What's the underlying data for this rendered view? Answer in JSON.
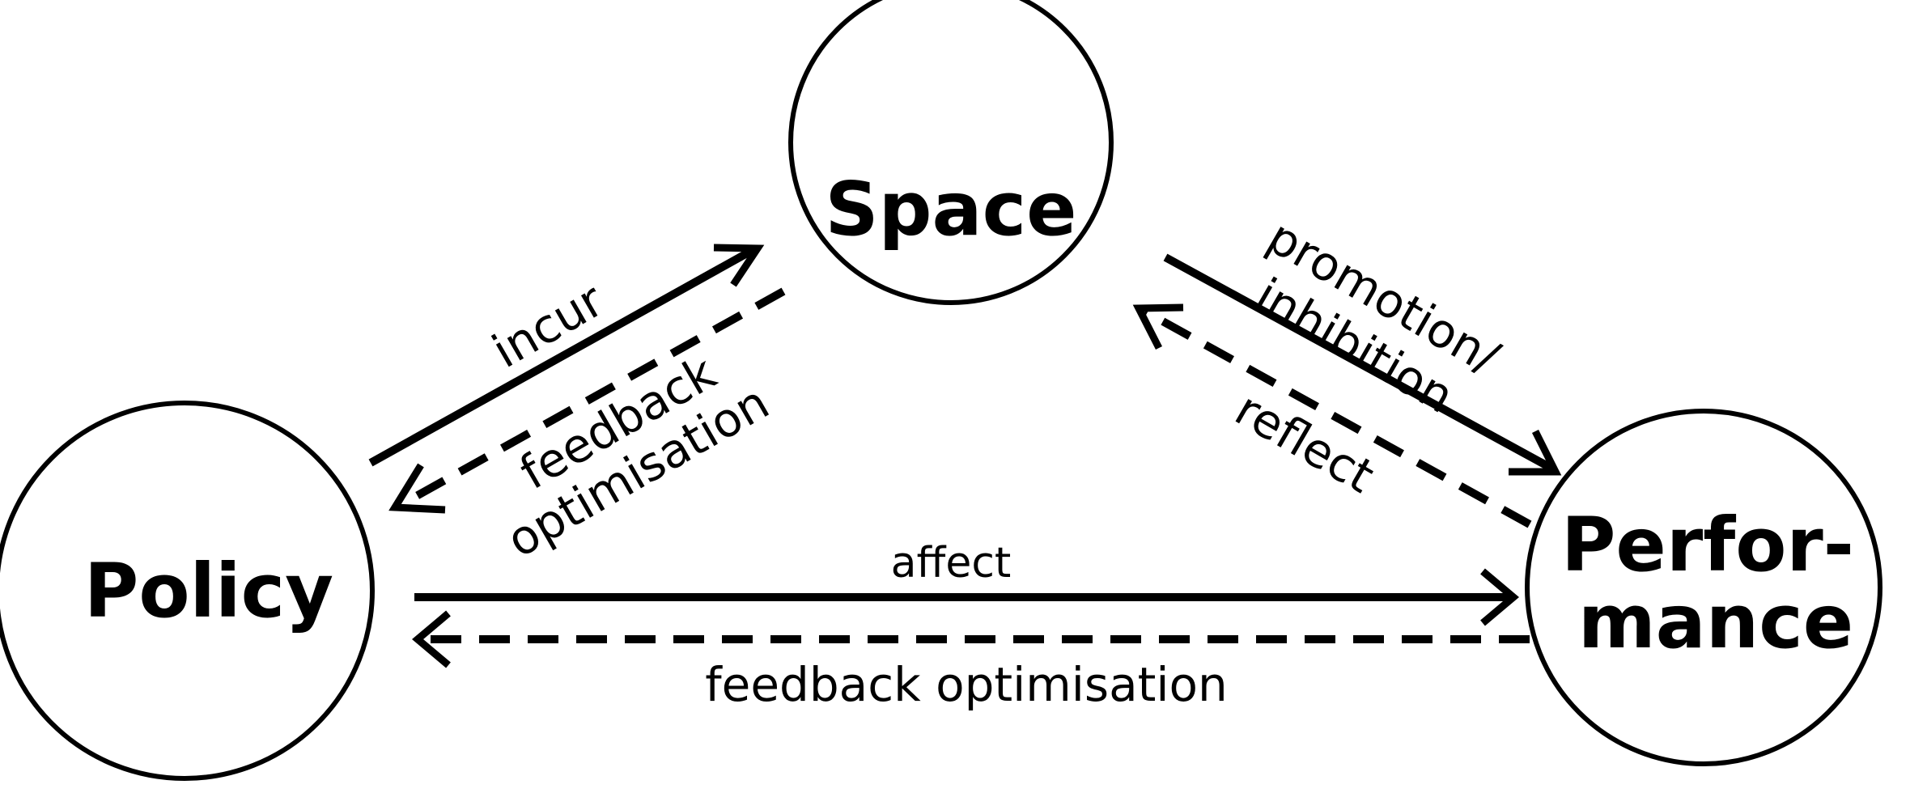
{
  "nodes": {
    "space": {
      "label": "Space"
    },
    "policy": {
      "label": "Policy"
    },
    "performance": {
      "label_line1": "Perfor-",
      "label_line2": "mance"
    }
  },
  "edges": {
    "incur": {
      "label": "incur",
      "style": "solid"
    },
    "space_policy_feedback": {
      "label_line1": "feedback",
      "label_line2": "optimisation",
      "style": "dashed"
    },
    "promotion": {
      "label_line1": "promotion/",
      "label_line2": "inhibition",
      "style": "solid"
    },
    "reflect": {
      "label": "reflect",
      "style": "dashed"
    },
    "affect": {
      "label": "affect",
      "style": "solid"
    },
    "perf_policy_feedback": {
      "label": "feedback optimisation",
      "style": "dashed"
    }
  },
  "colors": {
    "stroke": "#000000",
    "background": "#ffffff"
  }
}
